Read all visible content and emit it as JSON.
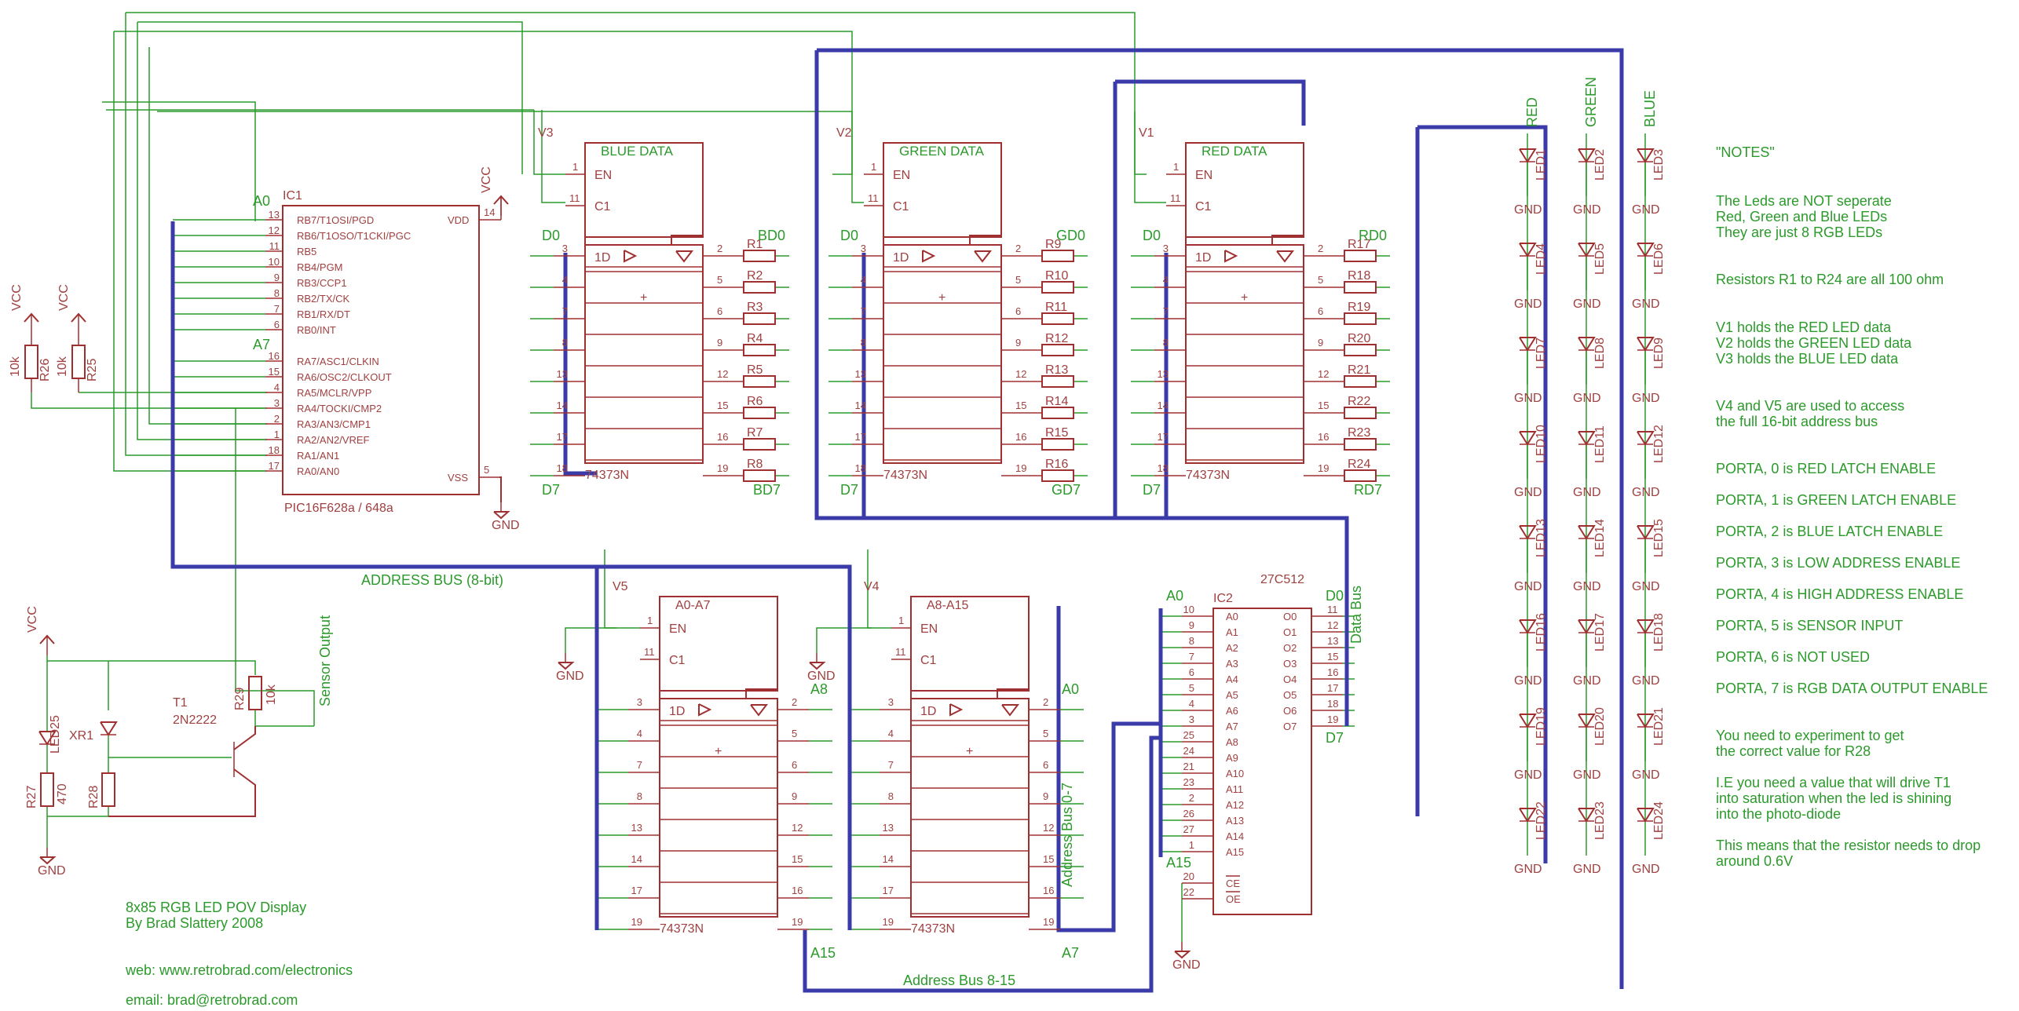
{
  "ic1": {
    "ref": "IC1",
    "part": "PIC16F628a / 648a",
    "a0": "A0",
    "a7": "A7",
    "left_pins": [
      {
        "num": "13",
        "name": "RB7/T1OSI/PGD"
      },
      {
        "num": "12",
        "name": "RB6/T1OSO/T1CKI/PGC"
      },
      {
        "num": "11",
        "name": "RB5"
      },
      {
        "num": "10",
        "name": "RB4/PGM"
      },
      {
        "num": "9",
        "name": "RB3/CCP1"
      },
      {
        "num": "8",
        "name": "RB2/TX/CK"
      },
      {
        "num": "7",
        "name": "RB1/RX/DT"
      },
      {
        "num": "6",
        "name": "RB0/INT"
      },
      {
        "num": "16",
        "name": "RA7/ASC1/CLKIN"
      },
      {
        "num": "15",
        "name": "RA6/OSC2/CLKOUT"
      },
      {
        "num": "4",
        "name": "RA5/MCLR/VPP"
      },
      {
        "num": "3",
        "name": "RA4/TOCKI/CMP2"
      },
      {
        "num": "2",
        "name": "RA3/AN3/CMP1"
      },
      {
        "num": "1",
        "name": "RA2/AN2/VREF"
      },
      {
        "num": "18",
        "name": "RA1/AN1"
      },
      {
        "num": "17",
        "name": "RA0/AN0"
      }
    ],
    "vdd": "VDD",
    "vdd_pin": "14",
    "vss": "VSS",
    "vss_pin": "5"
  },
  "power": {
    "vcc": "VCC",
    "gnd": "GND"
  },
  "resistors_top": [
    {
      "ref": "R26",
      "value": "10k"
    },
    {
      "ref": "R25",
      "value": "10k"
    }
  ],
  "latch_pins_in": [
    "3",
    "4",
    "7",
    "8",
    "13",
    "14",
    "17",
    "18"
  ],
  "latch_pins_out": [
    "2",
    "5",
    "6",
    "9",
    "12",
    "15",
    "16",
    "19"
  ],
  "latch_pins_in_b": [
    "3",
    "4",
    "7",
    "8",
    "13",
    "14",
    "17",
    "18"
  ],
  "latch_pins_out_b": [
    "2",
    "5",
    "6",
    "9",
    "12",
    "15",
    "16",
    "19"
  ],
  "latch_pins_in_lower": [
    "3",
    "4",
    "7",
    "8",
    "13",
    "14",
    "17",
    "19"
  ],
  "latch_common": {
    "en": "EN",
    "c1": "C1",
    "d1": "1D",
    "plus": "+",
    "pin_en": "1",
    "pin_c1": "11",
    "part": "74373N"
  },
  "latches_top": [
    {
      "ref": "V3",
      "title": "BLUE DATA",
      "d0": "D0",
      "d7": "D7",
      "out0": "BD0",
      "out7": "BD7",
      "resistors": [
        "R1",
        "R2",
        "R3",
        "R4",
        "R5",
        "R6",
        "R7",
        "R8"
      ]
    },
    {
      "ref": "V2",
      "title": "GREEN DATA",
      "d0": "D0",
      "d7": "D7",
      "out0": "GD0",
      "out7": "GD7",
      "resistors": [
        "R9",
        "R10",
        "R11",
        "R12",
        "R13",
        "R14",
        "R15",
        "R16"
      ]
    },
    {
      "ref": "V1",
      "title": "RED DATA",
      "d0": "D0",
      "d7": "D7",
      "out0": "RD0",
      "out7": "RD7",
      "resistors": [
        "R17",
        "R18",
        "R19",
        "R20",
        "R21",
        "R22",
        "R23",
        "R24"
      ]
    }
  ],
  "latches_bottom": [
    {
      "ref": "V5",
      "title": "A0-A7",
      "out0": "A8",
      "out7": "A15"
    },
    {
      "ref": "V4",
      "title": "A8-A15",
      "out0": "A0",
      "out7": "A7"
    }
  ],
  "eprom": {
    "ref": "IC2",
    "part": "27C512",
    "a0": "A0",
    "a15": "A15",
    "d0": "D0",
    "d7": "D7",
    "addr_pins": [
      "10",
      "9",
      "8",
      "7",
      "6",
      "5",
      "4",
      "3",
      "25",
      "24",
      "21",
      "23",
      "2",
      "26",
      "27",
      "1"
    ],
    "addr_names": [
      "A0",
      "A1",
      "A2",
      "A3",
      "A4",
      "A5",
      "A6",
      "A7",
      "A8",
      "A9",
      "A10",
      "A11",
      "A12",
      "A13",
      "A14",
      "A15"
    ],
    "data_pins": [
      "11",
      "12",
      "13",
      "15",
      "16",
      "17",
      "18",
      "19"
    ],
    "data_names": [
      "O0",
      "O1",
      "O2",
      "O3",
      "O4",
      "O5",
      "O6",
      "O7"
    ],
    "ctrl_pins": [
      "20",
      "22"
    ],
    "ctrl_names": [
      "CE",
      "OE"
    ]
  },
  "bus_labels": {
    "address_8bit": "ADDRESS BUS (8-bit)",
    "address_0_7": "Address Bus 0-7",
    "address_8_15": "Address Bus 8-15",
    "data_bus": "Data Bus",
    "sensor_output": "Sensor Output"
  },
  "sensor": {
    "t1": "T1",
    "t1_part": "2N2222",
    "led25": "LED25",
    "xr1": "XR1",
    "r27": "R27",
    "r27_val": "470",
    "r28": "R28",
    "r29": "R29",
    "r29_val": "10k"
  },
  "led_columns": {
    "headers": [
      "RED",
      "GREEN",
      "BLUE"
    ],
    "leds": [
      [
        "LED1",
        "LED2",
        "LED3"
      ],
      [
        "LED4",
        "LED5",
        "LED6"
      ],
      [
        "LED7",
        "LED8",
        "LED9"
      ],
      [
        "LED10",
        "LED11",
        "LED12"
      ],
      [
        "LED13",
        "LED14",
        "LED15"
      ],
      [
        "LED16",
        "LED17",
        "LED18"
      ],
      [
        "LED19",
        "LED20",
        "LED21"
      ],
      [
        "LED22",
        "LED23",
        "LED24"
      ]
    ]
  },
  "notes": [
    "\"NOTES\"",
    "The Leds are NOT seperate",
    "Red, Green and Blue LEDs",
    "They are just 8 RGB LEDs",
    "Resistors R1 to R24 are all 100 ohm",
    "V1 holds the RED LED data",
    "V2 holds the GREEN LED data",
    "V3 holds the BLUE LED data",
    "V4 and V5 are used to access",
    "the full 16-bit address bus",
    "PORTA, 0 is RED LATCH ENABLE",
    "PORTA, 1 is GREEN LATCH ENABLE",
    "PORTA, 2 is BLUE LATCH ENABLE",
    "PORTA, 3 is LOW ADDRESS ENABLE",
    "PORTA, 4 is HIGH ADDRESS ENABLE",
    "PORTA, 5 is SENSOR INPUT",
    "PORTA, 6 is NOT USED",
    "PORTA, 7 is RGB DATA OUTPUT ENABLE",
    "You need to experiment to get",
    "the correct value for R28",
    "I.E you need a value that will drive T1",
    "into saturation when the led is shining",
    "into the photo-diode",
    "This means that the resistor needs to drop",
    "around 0.6V"
  ],
  "credits": {
    "title": "8x85 RGB LED POV Display",
    "author": "By Brad Slattery 2008",
    "web": "web: www.retrobrad.com/electronics",
    "email": "email: brad@retrobrad.com"
  }
}
